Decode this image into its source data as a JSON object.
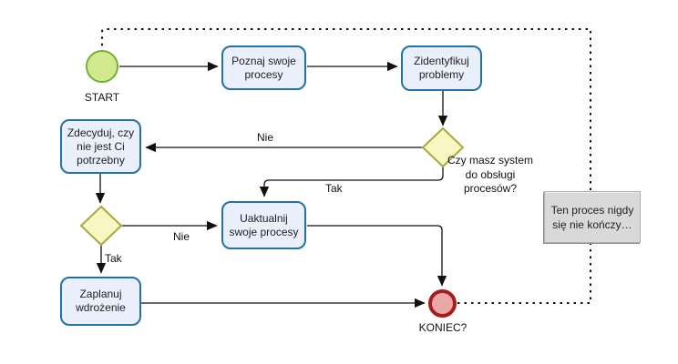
{
  "flowchart": {
    "nodes": {
      "start": "START",
      "poznaj": "Poznaj swoje\nprocesy",
      "zidentyfikuj": "Zidentyfikuj\nproblemy",
      "zdecyduj": "Zdecyduj, czy\nnie jest Ci\npotrzebny",
      "uaktualnij": "Uaktualnij\nswoje procesy",
      "zaplanuj": "Zaplanuj\nwdrożenie",
      "koniec": "KONIEC?",
      "decision_question": "Czy masz system\ndo obsługi\nprocesów?"
    },
    "edge_labels": {
      "system_no": "Nie",
      "system_yes": "Tak",
      "needed_no": "Nie",
      "needed_yes": "Tak"
    },
    "note": "Ten proces nigdy\nsię nie kończy…"
  },
  "colors": {
    "task-fill": "#e9effb",
    "task-border": "#2272a8",
    "diamond-fill": "#f8f7c4",
    "diamond-border": "#aaa83a",
    "start-fill": "#d2ea8e",
    "start-border": "#71b32e",
    "end-fill": "#eba6a6",
    "end-border": "#a41e1e",
    "note-fill": "#d9d9d9",
    "note-border": "#aeaeae",
    "edge": "#111111",
    "text": "#1f1f1f"
  }
}
